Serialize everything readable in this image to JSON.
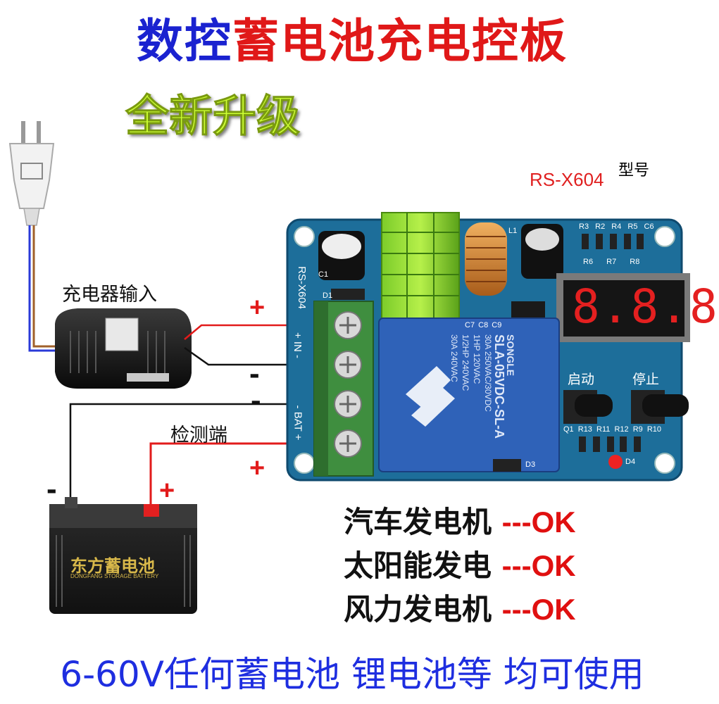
{
  "header": {
    "title_part1": "数控",
    "title_part2": "蓄电池充电控板",
    "subtitle": "全新升级",
    "model_number": "RS-X604",
    "model_label": "型号"
  },
  "wiring": {
    "charger_label": "充电器输入",
    "detect_label": "检测端",
    "plus": "+",
    "minus": "-"
  },
  "board": {
    "silk_model": "RS-X604",
    "in_label": "+ IN -",
    "bat_label": "- BAT +",
    "start_button": "启动",
    "stop_button": "停止",
    "display_value": "8.8.8",
    "relay_brand": "SONGLE",
    "relay_model": "SLA-05VDC-SL-A",
    "relay_ratings": [
      "30A 250VAC/30VDC",
      "1HP 120VAC",
      "1/2HP 240VAC",
      "30A 240VAC"
    ],
    "components": {
      "top_right": [
        "R3",
        "R2",
        "R4",
        "R5",
        "C6"
      ],
      "mid_right": [
        "R6",
        "R7",
        "R8"
      ],
      "caps": [
        "C7",
        "C8",
        "C9"
      ],
      "bottom": [
        "Q1",
        "R13",
        "R11",
        "R12",
        "R9",
        "R10"
      ],
      "misc": [
        "L1",
        "C1",
        "D1",
        "D3",
        "D4"
      ]
    }
  },
  "battery": {
    "brand": "东方蓄电池",
    "brand_en": "DONGFANG STORAGE BATTERY"
  },
  "applications": [
    {
      "name": "汽车发电机",
      "status": "---OK"
    },
    {
      "name": "太阳能发电",
      "status": "---OK"
    },
    {
      "name": "风力发电机",
      "status": "---OK"
    }
  ],
  "footer": {
    "text": "6-60V任何蓄电池 锂电池等 均可使用"
  },
  "colors": {
    "title_blue": "#1a22d0",
    "title_red": "#e01818",
    "subtitle_green": "#ccff33",
    "pcb_blue": "#1d6e9a",
    "terminal_green": "#3f8e3f",
    "relay_blue": "#2f62b8",
    "wire_red": "#e21b1b",
    "ok_red": "#e01010",
    "footer_blue": "#1e2ee0"
  }
}
